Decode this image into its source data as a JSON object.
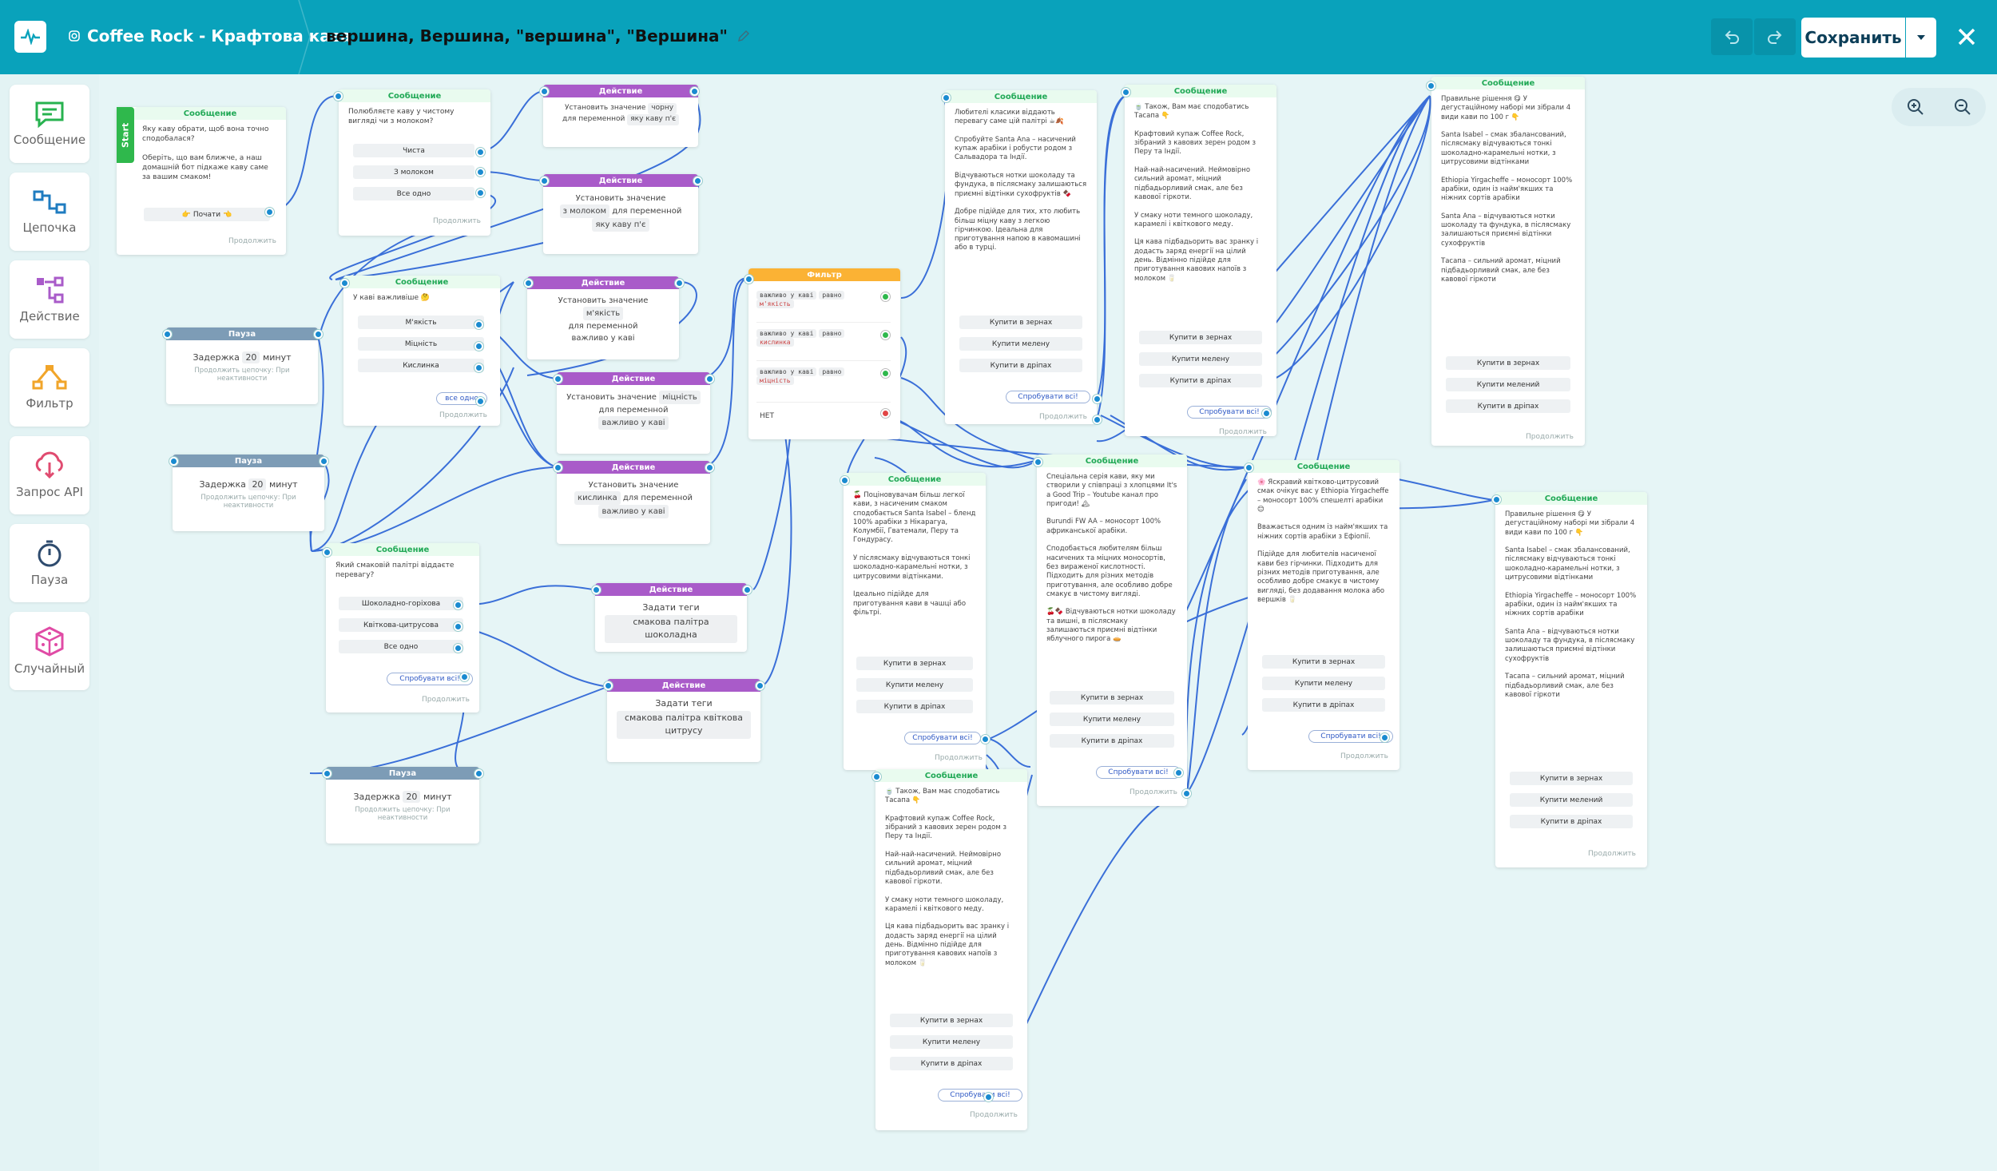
{
  "header": {
    "bot_name": "Coffee Rock - Крафтова кава",
    "flow_name": "вершина, Вершина, \"вершина\", \"Вершина\"",
    "save": "Сохранить"
  },
  "tools": [
    "Сообщение",
    "Цепочка",
    "Действие",
    "Фильтр",
    "Запрос API",
    "Пауза",
    "Случайный"
  ],
  "start": "Start",
  "common": {
    "msg": "Сообщение",
    "act": "Действие",
    "pause": "Пауза",
    "filter": "Фильтр",
    "cont": "Продолжить",
    "try_all": "Спробувати всі!",
    "beans": "Купити в зернах",
    "ground": "Купити мелену",
    "ground2": "Купити мелений",
    "drips": "Купити в дріпах",
    "set": "Установить значение",
    "for_var": "для переменной",
    "var": "важливо у каві",
    "delay": "Задержка",
    "minutes": "минут",
    "delay_val": "20",
    "pause_note": "Продолжить цепочку: При неактивности",
    "set_tags": "Задати теги",
    "equals": "равно",
    "net": "НЕТ"
  },
  "nodes": {
    "m1": {
      "text": "Яку каву обрати, щоб вона точно сподобалася?\n\nОберіть, що вам ближче, а наш домашній бот підкаже каву саме за вашим смаком!",
      "btn": "👉 Почати 👈"
    },
    "m2": {
      "text": "Полюбляєте каву у чистому вигляді чи з молоком?",
      "b1": "Чиста",
      "b2": "З молоком",
      "b3": "Все одно"
    },
    "a1": {
      "val": "чорну",
      "v": "яку каву п'є"
    },
    "a2": {
      "val": "з молоком",
      "v": "яку каву п'є"
    },
    "m3": {
      "text": "У каві важливіше 🤔",
      "b1": "М'якість",
      "b2": "Міцність",
      "b3": "Кислинка",
      "pill": "все одно"
    },
    "a3": {
      "val": "м'якість"
    },
    "a4": {
      "val": "міцність"
    },
    "a5": {
      "val": "кислинка"
    },
    "f1": {
      "c1": "важливо у каві",
      "c1v": "м'якість",
      "c2v": "кислинка",
      "c3v": "міцність"
    },
    "m4": {
      "text": "Який смаковій палітрі віддаєте перевагу?",
      "b1": "Шоколадно-горіхова",
      "b2": "Квіткова-цитрусова",
      "b3": "Все одно"
    },
    "a6": {
      "tag": "смакова палітра шоколадна"
    },
    "a7": {
      "tag": "смакова палітра квіткова цитрусу"
    },
    "m5": {
      "text": "Любителі класики віддають перевагу саме цій палітрі ☕🍂\n\nСпробуйте Santa Ana – насичений купаж арабіки і робусти родом з Сальвадора та Індії.\n\nВідчуваються нотки шоколаду та фундука, в післясмаку залишаються приємні відтінки сухофруктів 🍫\n\nДобре підійде для тих, хто любить більш міцну каву з легкою гірчинкою. Ідеальна для приготування напою в кавомашині або в турці."
    },
    "m6": {
      "text": "🍵 Також, Вам має сподобатись Тасапа 👇\n\nКрафтовий купаж Coffee Rock, зібраний з кавових зерен родом з Перу та Індії.\n\nНай-най-насичений. Неймовірно сильний аромат, міцний підбадьорливий смак, але без кавової гіркоти.\n\nУ смаку ноти темного шоколаду, карамелі і квіткового меду.\n\nЦя кава підбадьорить вас зранку і додасть заряд енергії на цілий день. Відмінно підійде для приготування кавових напоїв з молоком 🥛"
    },
    "m7": {
      "text": "Правильне рішення 😋 У дегустаційному наборі ми зібрали 4 види кави по 100 г 👇\n\nSanta Isabel – смак збалансований, післясмаку відчуваються тонкі шоколадно-карамельні нотки, з цитрусовими відтінками\n\nEthiopia Yirgacheffe – моносорт 100% арабіки, один із найм'якших та ніжних сортів арабіки\n\nSanta Ana – відчуваються нотки шоколаду та фундука, в післясмаку залишаються приємні відтінки сухофруктів\n\nТасапа – сильний аромат, міцний підбадьорливий смак, але без кавової гіркоти"
    },
    "m8": {
      "text": "🍒 Поціновувачам більш легкої кави, з насиченим смаком сподобається Santa Isabel – бленд 100% арабіки з Нікарагуа, Колумбії, Гватемали, Перу та Гондурасу.\n\nУ післясмаку відчуваються тонкі шоколадно-карамельні нотки, з цитрусовими відтінками.\n\nІдеально підійде для приготування кави в чашці або фільтрі."
    },
    "m9": {
      "text": "Спеціальна серія кави, яку ми створили у співпраці з хлопцями It's a Good Trip – Youtube канал про пригоди! 🏔\n\nBurundi FW AA – моносорт 100% африканської арабіки.\n\nСподобається любителям більш насичених та міцних моносортів, без вираженої кислотності. Підходить для різних методів приготування, але особливо добре смакує в чистому вигляді.\n\n🍒🍫 Відчуваються нотки шоколаду та вишні, в післясмаку залишаються приємні відтінки яблучного пирога 🥧"
    },
    "m10": {
      "text": "🌸 Яскравий квітково-цитрусовий смак очікує вас у Ethiopia Yirgacheffe – моносорт 100% спешелті арабіки 😊\n\nВважається одним із найм'якших та ніжних сортів арабіки з Ефіопії.\n\nПідійде для любителів насиченої кави без гірчинки. Підходить для різних методів приготування, але особливо добре смакує в чистому вигляді, без додавання молока або вершків 🥛"
    }
  }
}
